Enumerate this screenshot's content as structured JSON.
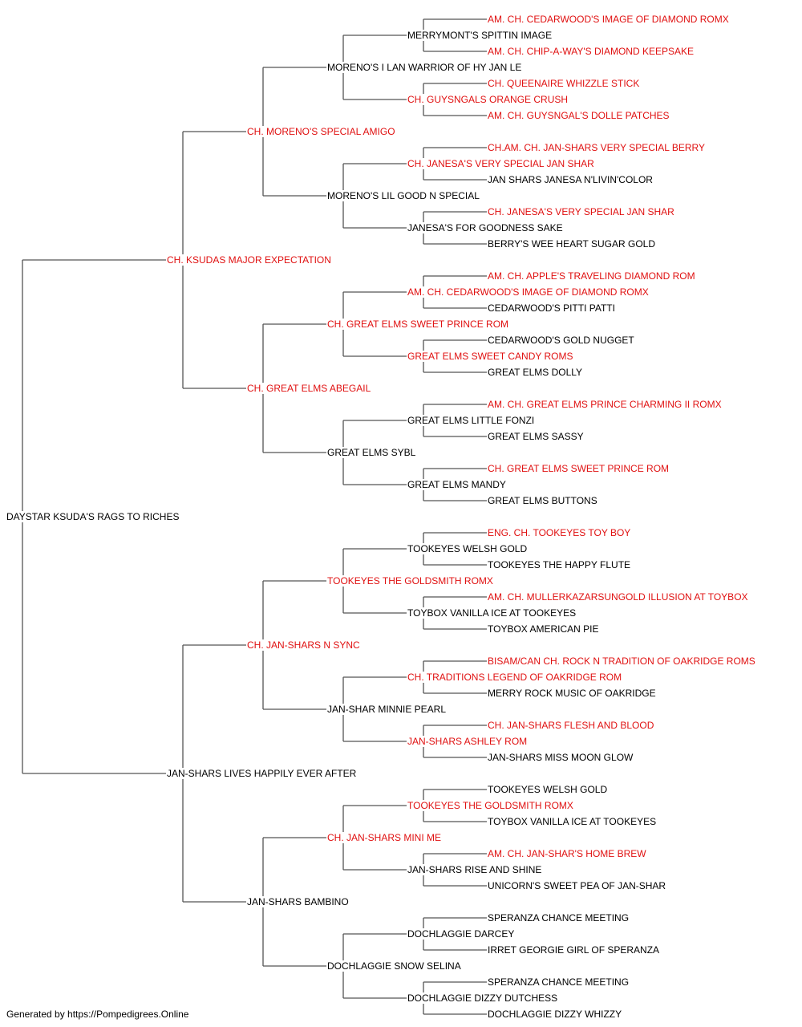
{
  "colors": {
    "champion": "#e01010",
    "normal": "#000000",
    "line": "#555555"
  },
  "footer": "Generated by https://Pompedigrees.Online",
  "pedigree": {
    "name": "DAYSTAR KSUDA'S RAGS TO RICHES",
    "ch": false,
    "sire": {
      "name": "CH. KSUDAS MAJOR EXPECTATION",
      "ch": true,
      "sire": {
        "name": "CH. MORENO'S SPECIAL AMIGO",
        "ch": true,
        "sire": {
          "name": "MORENO'S I LAN WARRIOR OF HY JAN LE",
          "ch": false,
          "sire": {
            "name": "MERRYMONT'S SPITTIN IMAGE",
            "ch": false,
            "sire": {
              "name": "AM. CH. CEDARWOOD'S IMAGE OF DIAMOND ROMX",
              "ch": true
            },
            "dam": {
              "name": "AM. CH. CHIP-A-WAY'S DIAMOND KEEPSAKE",
              "ch": true
            }
          },
          "dam": {
            "name": "CH. GUYSNGALS ORANGE CRUSH",
            "ch": true,
            "sire": {
              "name": "CH. QUEENAIRE WHIZZLE STICK",
              "ch": true
            },
            "dam": {
              "name": "AM. CH. GUYSNGAL'S DOLLE PATCHES",
              "ch": true
            }
          }
        },
        "dam": {
          "name": "MORENO'S LIL GOOD N SPECIAL",
          "ch": false,
          "sire": {
            "name": "CH. JANESA'S VERY SPECIAL JAN SHAR",
            "ch": true,
            "sire": {
              "name": "CH.AM. CH. JAN-SHARS VERY SPECIAL BERRY",
              "ch": true
            },
            "dam": {
              "name": "JAN SHARS JANESA N'LIVIN'COLOR",
              "ch": false
            }
          },
          "dam": {
            "name": "JANESA'S FOR GOODNESS SAKE",
            "ch": false,
            "sire": {
              "name": "CH. JANESA'S VERY SPECIAL JAN SHAR",
              "ch": true
            },
            "dam": {
              "name": "BERRY'S WEE HEART SUGAR GOLD",
              "ch": false
            }
          }
        }
      },
      "dam": {
        "name": "CH. GREAT ELMS ABEGAIL",
        "ch": true,
        "sire": {
          "name": "CH. GREAT ELMS SWEET PRINCE ROM",
          "ch": true,
          "sire": {
            "name": "AM. CH. CEDARWOOD'S IMAGE OF DIAMOND ROMX",
            "ch": true,
            "sire": {
              "name": "AM. CH. APPLE'S TRAVELING DIAMOND ROM",
              "ch": true
            },
            "dam": {
              "name": "CEDARWOOD'S PITTI PATTI",
              "ch": false
            }
          },
          "dam": {
            "name": "GREAT ELMS SWEET CANDY ROMS",
            "ch": true,
            "sire": {
              "name": "CEDARWOOD'S GOLD NUGGET",
              "ch": false
            },
            "dam": {
              "name": "GREAT ELMS DOLLY",
              "ch": false
            }
          }
        },
        "dam": {
          "name": "GREAT ELMS SYBL",
          "ch": false,
          "sire": {
            "name": "GREAT ELMS LITTLE FONZI",
            "ch": false,
            "sire": {
              "name": "AM. CH. GREAT ELMS PRINCE CHARMING II ROMX",
              "ch": true
            },
            "dam": {
              "name": "GREAT ELMS SASSY",
              "ch": false
            }
          },
          "dam": {
            "name": "GREAT ELMS MANDY",
            "ch": false,
            "sire": {
              "name": "CH. GREAT ELMS SWEET PRINCE ROM",
              "ch": true
            },
            "dam": {
              "name": "GREAT ELMS BUTTONS",
              "ch": false
            }
          }
        }
      }
    },
    "dam": {
      "name": "JAN-SHARS LIVES HAPPILY EVER AFTER",
      "ch": false,
      "sire": {
        "name": "CH. JAN-SHARS N SYNC",
        "ch": true,
        "sire": {
          "name": "TOOKEYES THE GOLDSMITH ROMX",
          "ch": true,
          "sire": {
            "name": "TOOKEYES WELSH GOLD",
            "ch": false,
            "sire": {
              "name": "ENG. CH. TOOKEYES TOY BOY",
              "ch": true
            },
            "dam": {
              "name": "TOOKEYES THE HAPPY FLUTE",
              "ch": false
            }
          },
          "dam": {
            "name": "TOYBOX VANILLA ICE AT TOOKEYES",
            "ch": false,
            "sire": {
              "name": "AM. CH. MULLERKAZARSUNGOLD ILLUSION AT TOYBOX",
              "ch": true
            },
            "dam": {
              "name": "TOYBOX AMERICAN PIE",
              "ch": false
            }
          }
        },
        "dam": {
          "name": "JAN-SHAR MINNIE PEARL",
          "ch": false,
          "sire": {
            "name": "CH. TRADITIONS LEGEND OF OAKRIDGE ROM",
            "ch": true,
            "sire": {
              "name": "BISAM/CAN CH. ROCK N TRADITION OF OAKRIDGE ROMS",
              "ch": true
            },
            "dam": {
              "name": "MERRY ROCK MUSIC OF OAKRIDGE",
              "ch": false
            }
          },
          "dam": {
            "name": "JAN-SHARS ASHLEY ROM",
            "ch": true,
            "sire": {
              "name": "CH. JAN-SHARS FLESH AND BLOOD",
              "ch": true
            },
            "dam": {
              "name": "JAN-SHARS MISS MOON GLOW",
              "ch": false
            }
          }
        }
      },
      "dam": {
        "name": "JAN-SHARS BAMBINO",
        "ch": false,
        "sire": {
          "name": "CH. JAN-SHARS MINI ME",
          "ch": true,
          "sire": {
            "name": "TOOKEYES THE GOLDSMITH ROMX",
            "ch": true,
            "sire": {
              "name": "TOOKEYES WELSH GOLD",
              "ch": false
            },
            "dam": {
              "name": "TOYBOX VANILLA ICE AT TOOKEYES",
              "ch": false
            }
          },
          "dam": {
            "name": "JAN-SHARS RISE AND SHINE",
            "ch": false,
            "sire": {
              "name": "AM. CH. JAN-SHAR'S HOME BREW",
              "ch": true
            },
            "dam": {
              "name": "UNICORN'S SWEET PEA OF JAN-SHAR",
              "ch": false
            }
          }
        },
        "dam": {
          "name": "DOCHLAGGIE SNOW SELINA",
          "ch": false,
          "sire": {
            "name": "DOCHLAGGIE DARCEY",
            "ch": false,
            "sire": {
              "name": "SPERANZA CHANCE MEETING",
              "ch": false
            },
            "dam": {
              "name": "IRRET GEORGIE GIRL OF SPERANZA",
              "ch": false
            }
          },
          "dam": {
            "name": "DOCHLAGGIE DIZZY DUTCHESS",
            "ch": false,
            "sire": {
              "name": "SPERANZA CHANCE MEETING",
              "ch": false
            },
            "dam": {
              "name": "DOCHLAGGIE DIZZY WHIZZY",
              "ch": false
            }
          }
        }
      }
    }
  }
}
